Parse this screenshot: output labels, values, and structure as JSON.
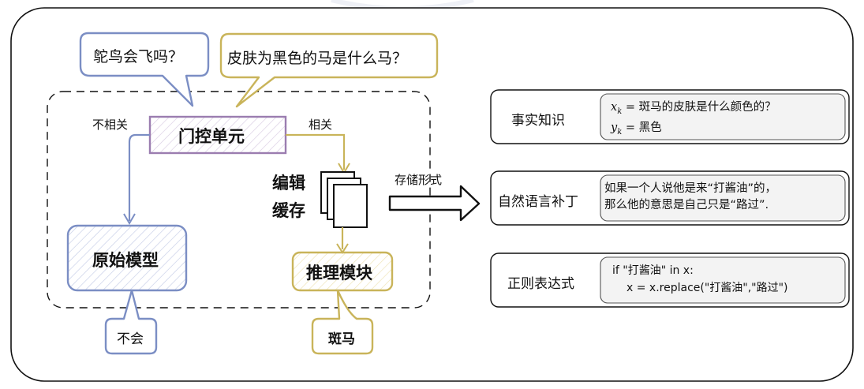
{
  "colors": {
    "blue": "#7b8ec4",
    "gold": "#c9b45a",
    "purple": "#9b7db0",
    "black": "#111111",
    "panel_fill": "#f3f3f3"
  },
  "left": {
    "bubble_ostrich": "鸵鸟会飞吗？",
    "bubble_skin": "皮肤为黑色的马是什么马？",
    "gate_unit": "门控单元",
    "irrelevant_label": "不相关",
    "relevant_label": "相关",
    "edit_cache_line1": "编辑",
    "edit_cache_line2": "缓存",
    "original_model": "原始模型",
    "reasoning_module": "推理模块",
    "answer_no": "不会",
    "answer_zebra": "斑马"
  },
  "arrow_label": "存储形式",
  "right": {
    "cards": [
      {
        "title": "事实知识",
        "line1_var": "x",
        "line1_sub": "k",
        "line1_text": "= 斑马的皮肤是什么颜色的？",
        "line2_var": "y",
        "line2_sub": "k",
        "line2_text": "= 黑色"
      },
      {
        "title": "自然语言补丁",
        "line1_text": "如果一个人说他是来“打酱油”的，",
        "line2_text": "那么他的意思是自己只是“路过”."
      },
      {
        "title": "正则表达式",
        "line1_text": "if \"打酱油\" in x:",
        "line2_text": "x = x.replace(\"打酱油\",\"路过\")"
      }
    ]
  }
}
